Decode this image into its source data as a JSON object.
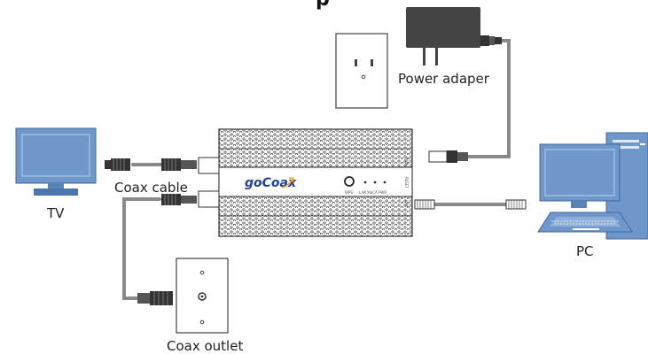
{
  "title_fragment": "p",
  "labels": {
    "power_adapter": "Power adaper",
    "coax_cable": "Coax cable",
    "tv": "TV",
    "pc": "PC",
    "coax_outlet": "Coax outlet"
  },
  "device": {
    "brand": "goCoax",
    "wps": "WPS",
    "leds": "LAN  MoCA  PWR",
    "port_side_labels": [
      "POW",
      "RESET",
      "LAN"
    ]
  },
  "colors": {
    "screen_blue": "#6f97c9",
    "cable_gray": "#8a8a8a",
    "brand_blue": "#1f3f9c",
    "brand_orange": "#f2a21d"
  }
}
